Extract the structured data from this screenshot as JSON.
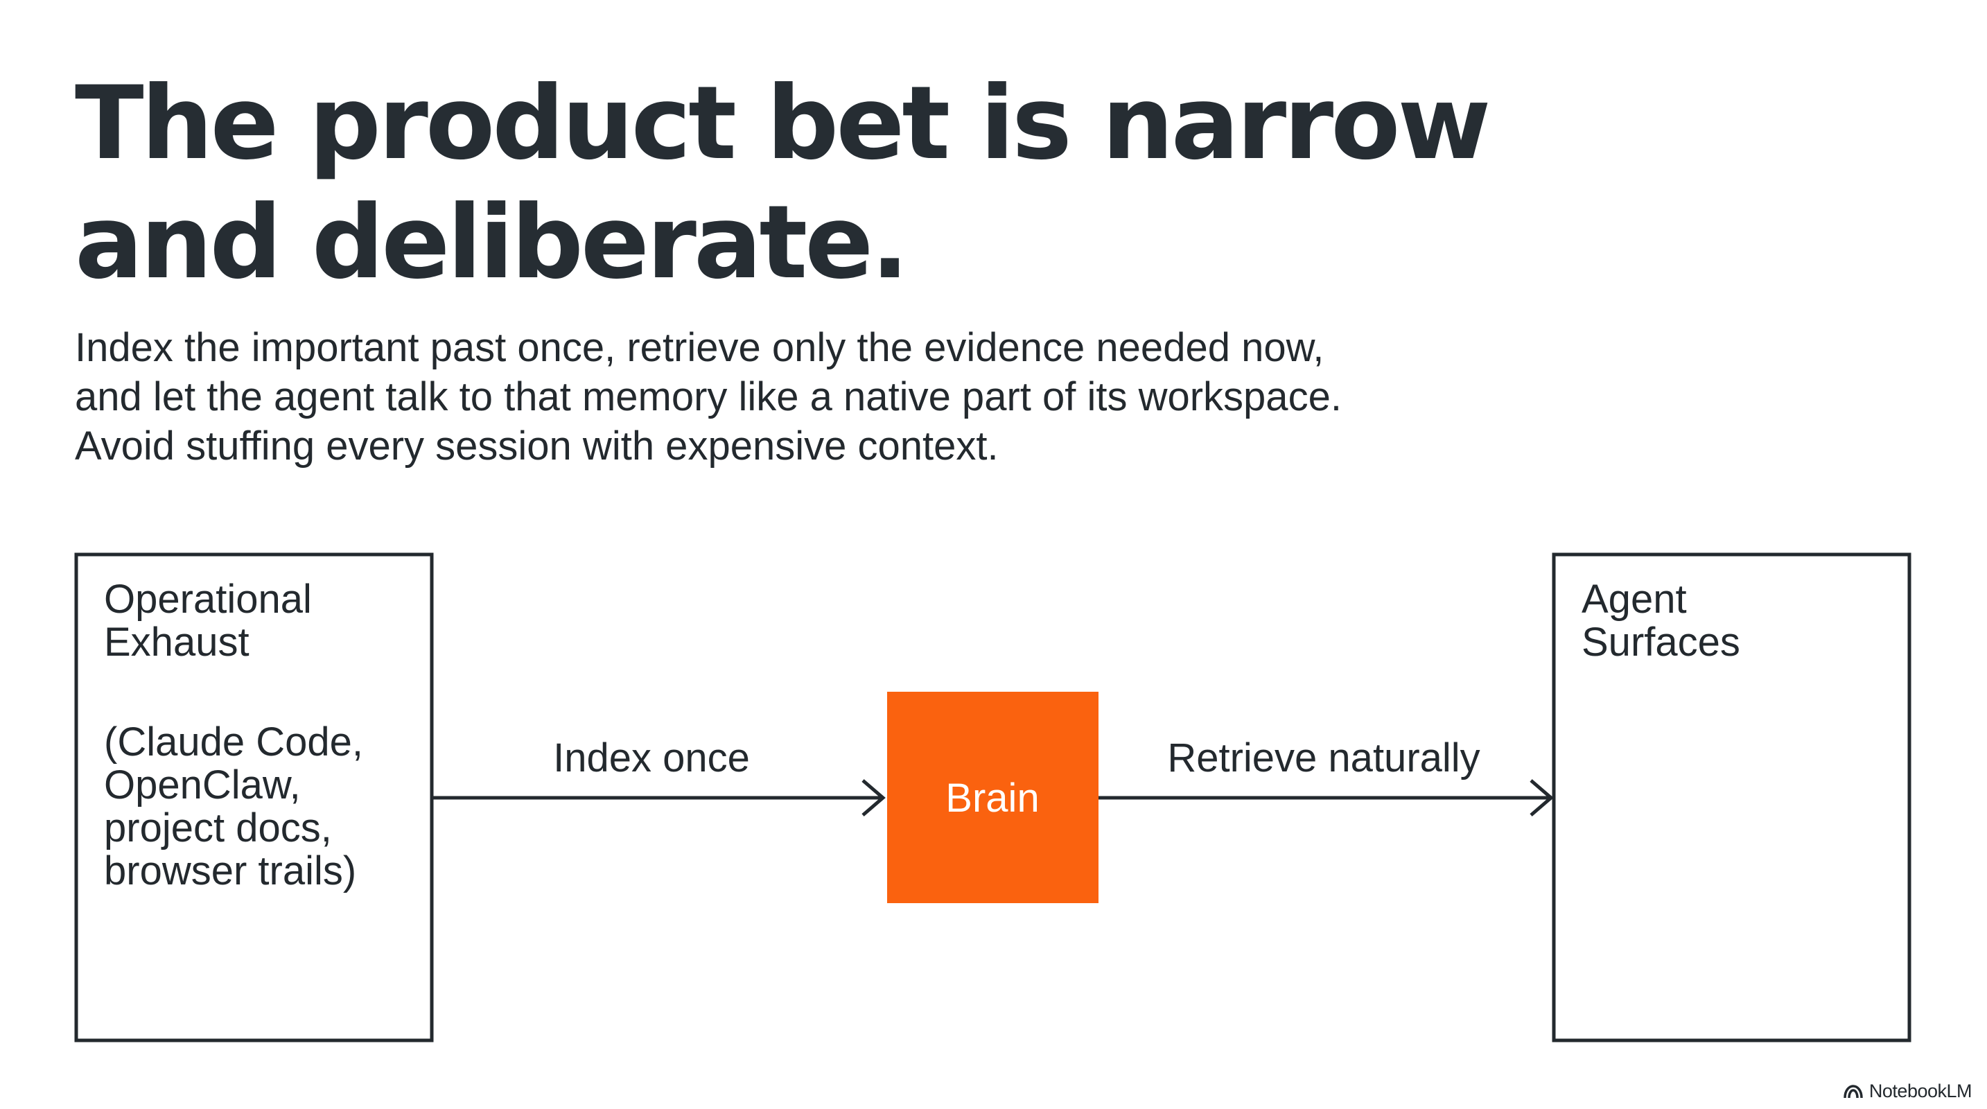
{
  "title": {
    "line1": "The product bet is narrow",
    "line2": "and deliberate."
  },
  "description": {
    "line1": "Index the important past once, retrieve only the evidence needed now,",
    "line2": "and let the agent talk to that memory like a native part of its workspace.",
    "line3": "Avoid stuffing every session with expensive context."
  },
  "diagram": {
    "source": {
      "title_lines": [
        "Operational",
        "Exhaust"
      ],
      "detail_lines": [
        "(Claude Code,",
        "OpenClaw,",
        "project docs,",
        "browser trails)"
      ]
    },
    "center": {
      "label": "Brain",
      "color": "#fa620f"
    },
    "target": {
      "title_lines": [
        "Agent",
        "Surfaces"
      ]
    },
    "edges": {
      "index": "Index once",
      "retrieve": "Retrieve naturally"
    }
  },
  "brand": {
    "name": "NotebookLM",
    "icon": "notebooklm-logo-icon"
  },
  "colors": {
    "text": "#23292e",
    "accent": "#fa620f",
    "background": "#ffffff"
  }
}
